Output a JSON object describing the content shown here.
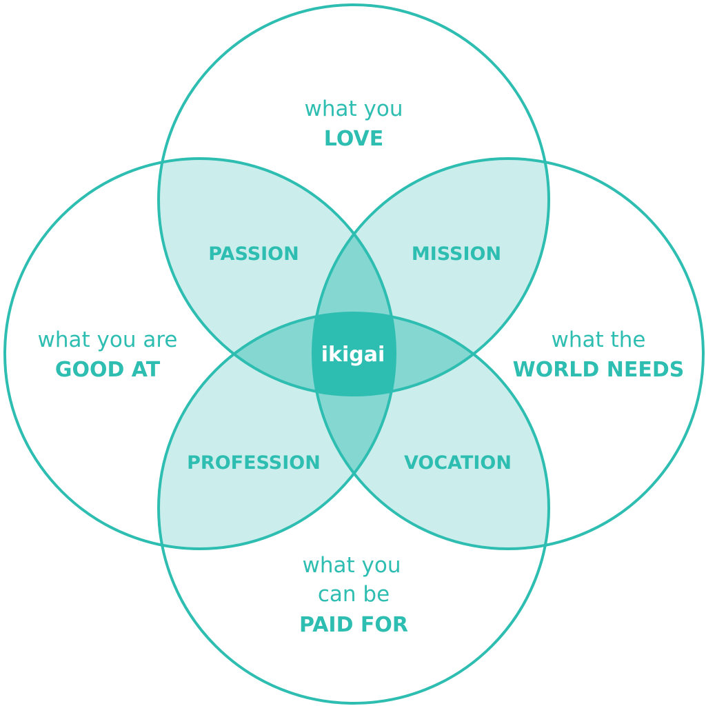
{
  "colors": {
    "stroke": "#2ebdb1",
    "overlap_two": "#cbedeb",
    "overlap_three": "#84d8d1",
    "overlap_center": "#2ebdb1",
    "text_center": "#ffffff",
    "background": "#ffffff"
  },
  "circles": {
    "love": {
      "line1": "what you",
      "line2": "LOVE"
    },
    "good_at": {
      "line1": "what you are",
      "line2": "GOOD AT"
    },
    "world_needs": {
      "line1": "what the",
      "line2": "WORLD NEEDS"
    },
    "paid_for": {
      "line1": "what you",
      "line2": "can be",
      "line3": "PAID FOR"
    }
  },
  "overlaps": {
    "passion": "PASSION",
    "mission": "MISSION",
    "profession": "PROFESSION",
    "vocation": "VOCATION"
  },
  "center": "ikigai"
}
